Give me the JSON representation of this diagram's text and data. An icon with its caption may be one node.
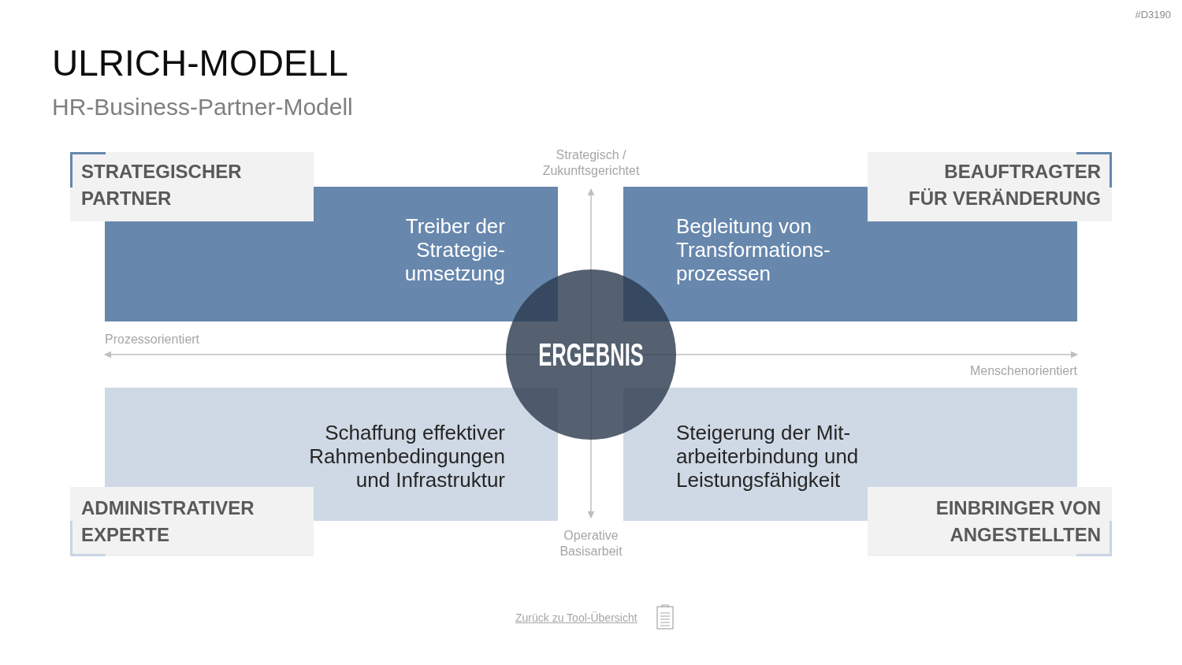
{
  "diagram": {
    "title": "ULRICH-MODELL",
    "nodes": [
      {
        "text": [
          "STRATEGISCHER PARTNER"
        ]
      },
      {
        "text": [
          "Treiber der Strategie- umsetzung"
        ]
      },
      {
        "text": [
          "BEAUFTRAGTER FÜR VERÄNDERUNG"
        ]
      },
      {
        "text": [
          "Begleitung von Transformations- prozessen"
        ]
      },
      {
        "text": [
          "ERGEBNIS"
        ]
      },
      {
        "text": [
          "Schaffung effektiver Rahmenbedingungen und Infrastruktur"
        ]
      },
      {
        "text": [
          "Steigerung der Mit- arbeiterbindung und Leistungsfähigkeit"
        ]
      },
      {
        "text": [
          "ADMINISTRATIVER EXPERTE"
        ]
      },
      {
        "text": [
          "EINBRINGER VON ANGESTELLTEN"
        ]
      }
    ],
    "labels": [
      "#D3190",
      "HR-Business-Partner-Modell",
      "Strategisch / Zukunftsgerichtet",
      "Prozessorientiert",
      "Menschenorientiert",
      "Operative Basisarbeit",
      "Zurück zu Tool-Übersicht"
    ]
  }
}
